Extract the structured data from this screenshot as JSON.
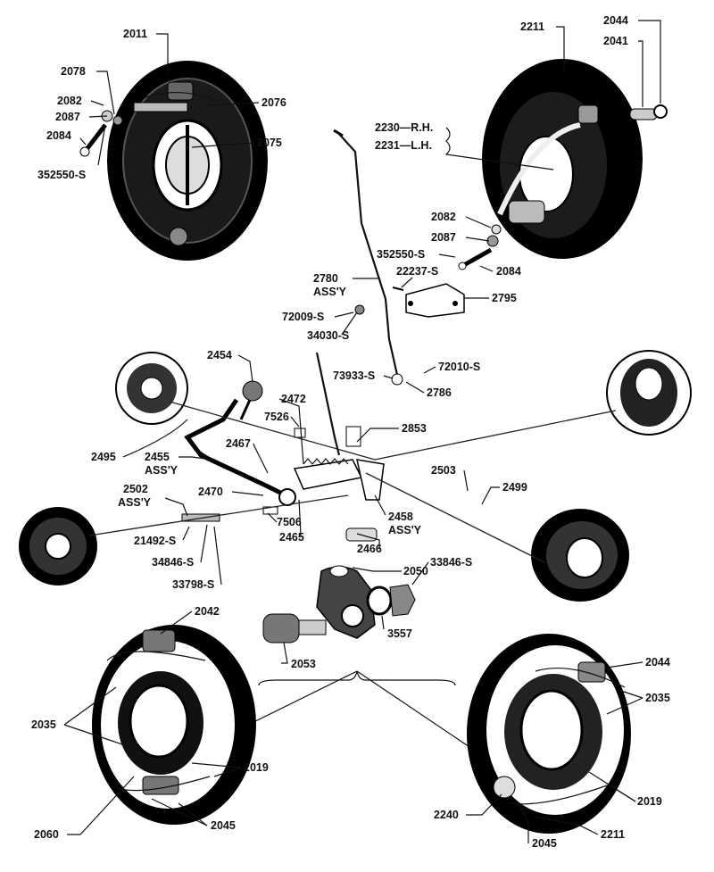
{
  "labels": {
    "l2011": "2011",
    "l2078": "2078",
    "l2082a": "2082",
    "l2087a": "2087",
    "l2084a": "2084",
    "l352550a": "352550-S",
    "l2076": "2076",
    "l2075": "2075",
    "l2211a": "2211",
    "l2044a": "2044",
    "l2041": "2041",
    "l2230": "2230—R.H.",
    "l2231": "2231—L.H.",
    "l2082b": "2082",
    "l2087b": "2087",
    "l352550b": "352550-S",
    "l2084b": "2084",
    "l22237": "22237-S",
    "l2795": "2795",
    "l2780": "2780",
    "l2780assy": "ASS'Y",
    "l72009": "72009-S",
    "l34030": "34030-S",
    "l73933": "73933-S",
    "l72010": "72010-S",
    "l2786": "2786",
    "l2454": "2454",
    "l2472": "2472",
    "l7526": "7526",
    "l2853": "2853",
    "l2495": "2495",
    "l2455": "2455",
    "l2455assy": "ASS'Y",
    "l2467": "2467",
    "l2503": "2503",
    "l2499": "2499",
    "l2502": "2502",
    "l2502assy": "ASS'Y",
    "l2470": "2470",
    "l2458": "2458",
    "l2458assy": "ASS'Y",
    "l7506": "7506",
    "l2465": "2465",
    "l21492": "21492-S",
    "l34846": "34846-S",
    "l33798": "33798-S",
    "l2466": "2466",
    "l2050": "2050",
    "l33846": "33846-S",
    "l3557": "3557",
    "l2053": "2053",
    "l2042": "2042",
    "l2044b": "2044",
    "l2035a": "2035",
    "l2035b": "2035",
    "l2019a": "2019",
    "l2019b": "2019",
    "l2060": "2060",
    "l2045a": "2045",
    "l2240": "2240",
    "l2045b": "2045",
    "l2211b": "2211"
  }
}
